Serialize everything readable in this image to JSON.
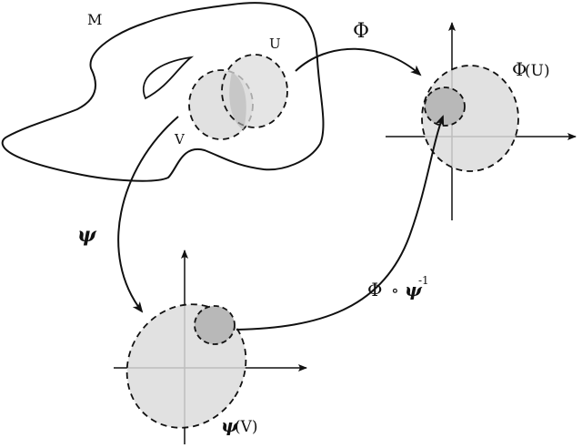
{
  "labels": {
    "manifold": "M",
    "set_u": "U",
    "set_v": "V",
    "phi": "Φ",
    "psi": "ψ",
    "phi_of_u_symbol": "Φ",
    "phi_of_u_arg": "(U)",
    "psi_of_v_symbol": "ψ",
    "psi_of_v_arg": "(V)",
    "transition_phi": "Φ",
    "transition_compose": "∘",
    "transition_psi": "ψ",
    "transition_inverse": "-1"
  },
  "colors": {
    "stroke": "#111111",
    "region_fill": "#dcdcdc",
    "overlap_fill": "#b8b8b8",
    "background": "#ffffff"
  }
}
